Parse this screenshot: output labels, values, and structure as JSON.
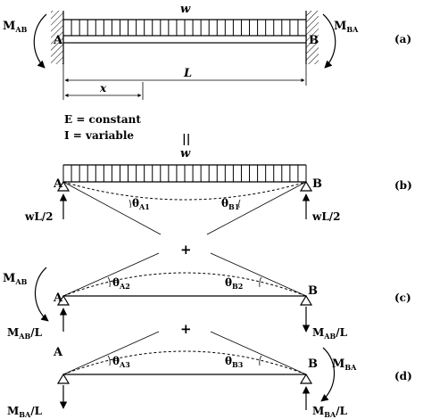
{
  "labels": {
    "load": "w",
    "load_b": "w",
    "span": "L",
    "x": "x",
    "e_const": "E = constant",
    "i_var": "I = variable",
    "equiv": "||",
    "plus1": "+",
    "plus2": "+",
    "A": "A",
    "B": "B",
    "M": "M",
    "AB": "AB",
    "BA": "BA",
    "theta": "θ",
    "A1": "A1",
    "B1": "B1",
    "A2": "A2",
    "B2": "B2",
    "A3": "A3",
    "B3": "B3",
    "wL2": "wL/2",
    "overL": "/L",
    "panel_a": "(a)",
    "panel_b": "(b)",
    "panel_c": "(c)",
    "panel_d": "(d)"
  }
}
